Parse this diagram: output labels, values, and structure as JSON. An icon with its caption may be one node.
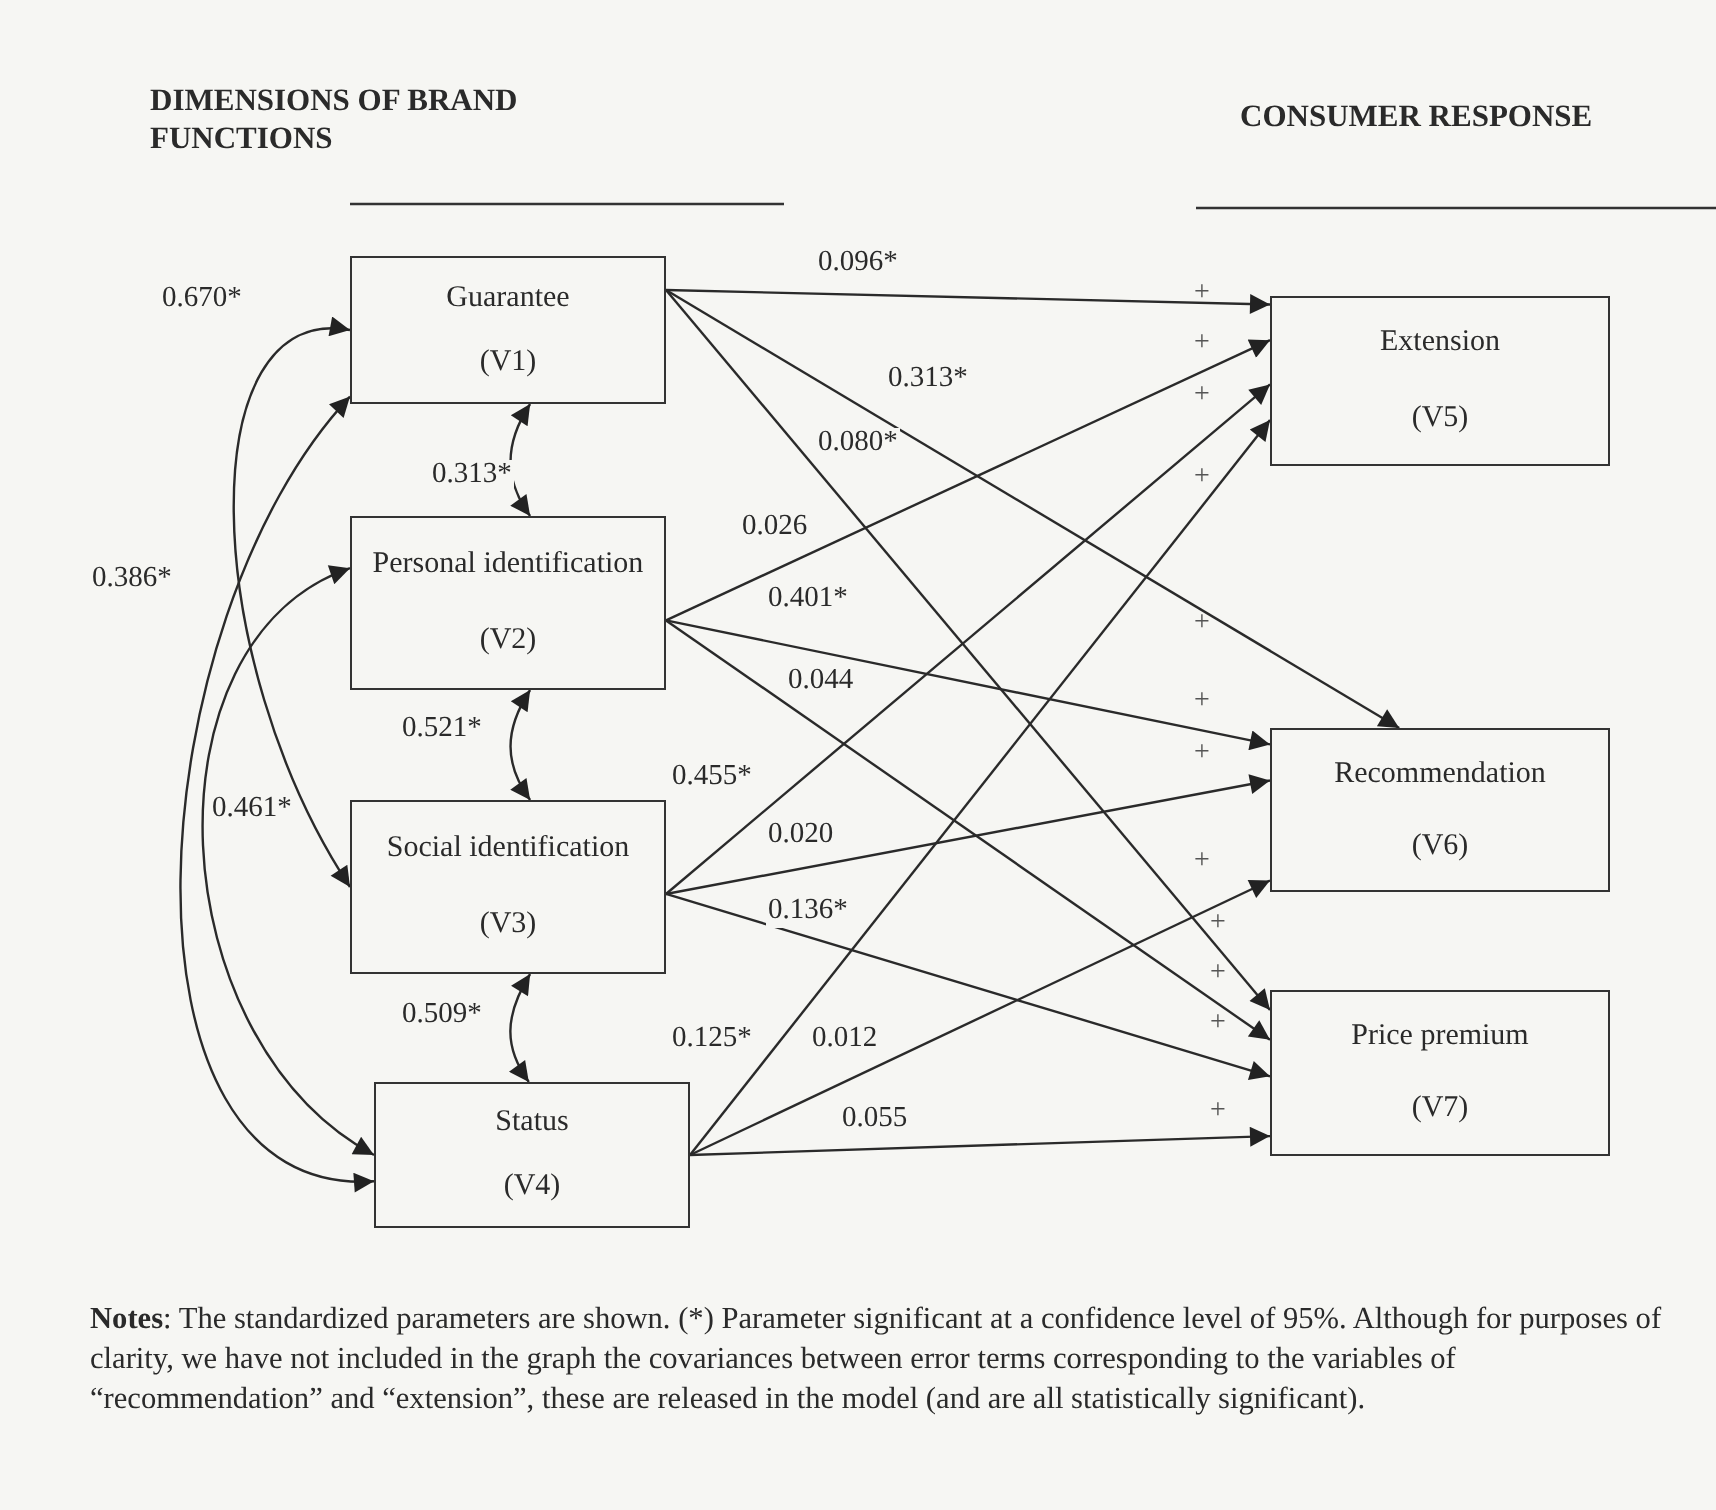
{
  "diagram": {
    "caption": "**Notes**: The standardized parameters are shown. (*) Parameter significant at a confidence level of 95%. Although for purposes of clarity, we have not included in the graph the covariances between error terms corresponding to the variables of “recommendation” and “extension”, these are released in the model (and are all statistically significant).",
    "nodes": [
      {
        "text": [
          "Guarantee",
          "(V1)"
        ]
      },
      {
        "text": [
          "Personal identification",
          "(V2)"
        ]
      },
      {
        "text": [
          "Social identification",
          "(V3)"
        ]
      },
      {
        "text": [
          "Status",
          "(V4)"
        ]
      },
      {
        "text": [
          "Extension",
          "(V5)"
        ]
      },
      {
        "text": [
          "Recommendation",
          "(V6)"
        ]
      },
      {
        "text": [
          "Price premium",
          "(V7)"
        ]
      }
    ],
    "edges": [
      {
        "from": 0,
        "to": 4,
        "arrow": "to",
        "label": "0.096*"
      },
      {
        "from": 0,
        "to": 5,
        "arrow": "to",
        "label": "0.313*"
      },
      {
        "from": 0,
        "to": 6,
        "arrow": "to",
        "label": "0.080*"
      },
      {
        "from": 1,
        "to": 4,
        "arrow": "to",
        "label": "0.026"
      },
      {
        "from": 1,
        "to": 5,
        "arrow": "to",
        "label": "0.401*"
      },
      {
        "from": 1,
        "to": 6,
        "arrow": "to",
        "label": "0.044"
      },
      {
        "from": 2,
        "to": 4,
        "arrow": "to",
        "label": "0.455*"
      },
      {
        "from": 2,
        "to": 5,
        "arrow": "to",
        "label": "0.020"
      },
      {
        "from": 2,
        "to": 6,
        "arrow": "to",
        "label": "0.136*"
      },
      {
        "from": 3,
        "to": 4,
        "arrow": "to",
        "label": "0.125*"
      },
      {
        "from": 3,
        "to": 5,
        "arrow": "to",
        "label": "0.012"
      },
      {
        "from": 3,
        "to": 6,
        "arrow": "to",
        "label": "0.055"
      },
      {
        "from": 0,
        "to": 1,
        "arrow": "both",
        "label": "0.313*"
      },
      {
        "from": 1,
        "to": 2,
        "arrow": "both",
        "label": "0.521*"
      },
      {
        "from": 2,
        "to": 3,
        "arrow": "both",
        "label": "0.509*"
      },
      {
        "from": 0,
        "to": 2,
        "arrow": "both",
        "label": "0.670*"
      },
      {
        "from": 0,
        "to": 3,
        "arrow": "both",
        "label": "0.386*"
      },
      {
        "from": 1,
        "to": 3,
        "arrow": "both",
        "label": "0.461*"
      }
    ],
    "labels": [
      "DIMENSIONS OF BRAND FUNCTIONS",
      "CONSUMER RESPONSE",
      "+",
      "+",
      "+",
      "+",
      "+",
      "+",
      "+",
      "+",
      "+",
      "+",
      "+",
      "+"
    ]
  }
}
